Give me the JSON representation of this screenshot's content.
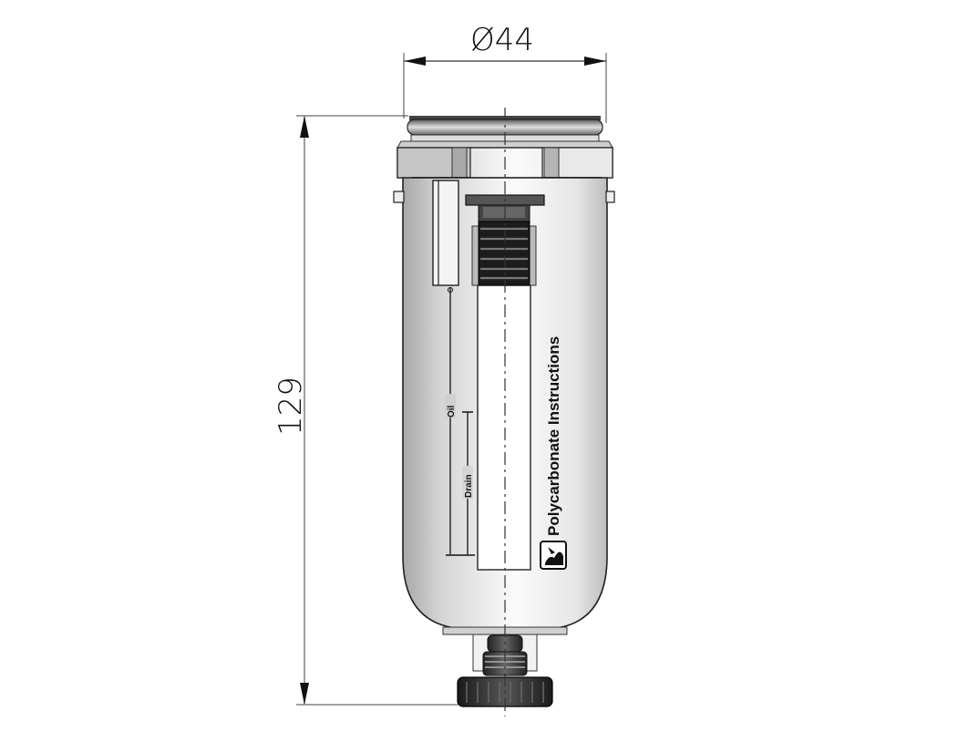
{
  "drawing": {
    "subject": "filter bowl with drain",
    "dimensions": {
      "diameter": {
        "label": "Ø44",
        "value": 44
      },
      "height": {
        "label": "129",
        "value": 129
      }
    },
    "bowl_labels": {
      "instructions": "Polycarbonate Instructions",
      "oil": "Oil",
      "drain": "Drain"
    },
    "icons": [
      "warning-read-manual-icon"
    ],
    "colors": {
      "line": "#111111",
      "bowl_light": "#f2f2f2",
      "bowl_dark": "#b8b8b8",
      "knob": "#2a2a2a"
    }
  }
}
